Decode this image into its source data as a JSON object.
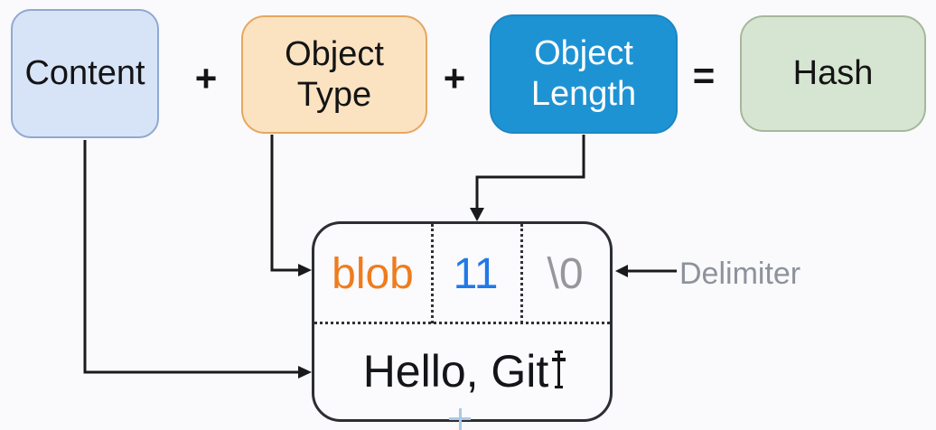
{
  "formula": {
    "content": {
      "label": "Content",
      "fill": "#d7e4f8",
      "border": "#8fa9d0",
      "text_color": "#141414"
    },
    "plus_1": "+",
    "object_type": {
      "label": "Object\nType",
      "fill": "#fbe3c2",
      "border": "#e6a65f",
      "text_color": "#141414"
    },
    "plus_2": "+",
    "object_length": {
      "label": "Object\nLength",
      "fill": "#1e93d4",
      "border": "#1b86c4",
      "text_color": "#ffffff"
    },
    "equals": "=",
    "hash": {
      "label": "Hash",
      "fill": "#d6e5d1",
      "border": "#a5b89c",
      "text_color": "#141414"
    }
  },
  "object_box": {
    "header_cells": [
      {
        "name": "object-type-value",
        "label": "blob",
        "color": "#ee7c1e"
      },
      {
        "name": "object-length-value",
        "label": "11",
        "color": "#2079e8"
      },
      {
        "name": "null-byte-value",
        "label": "\\0",
        "color": "#97979b"
      }
    ],
    "content_text": "Hello, Git"
  },
  "annotation": {
    "delimiter_label": "Delimiter",
    "color": "#8d929c"
  },
  "connector_color": "#191a1c"
}
